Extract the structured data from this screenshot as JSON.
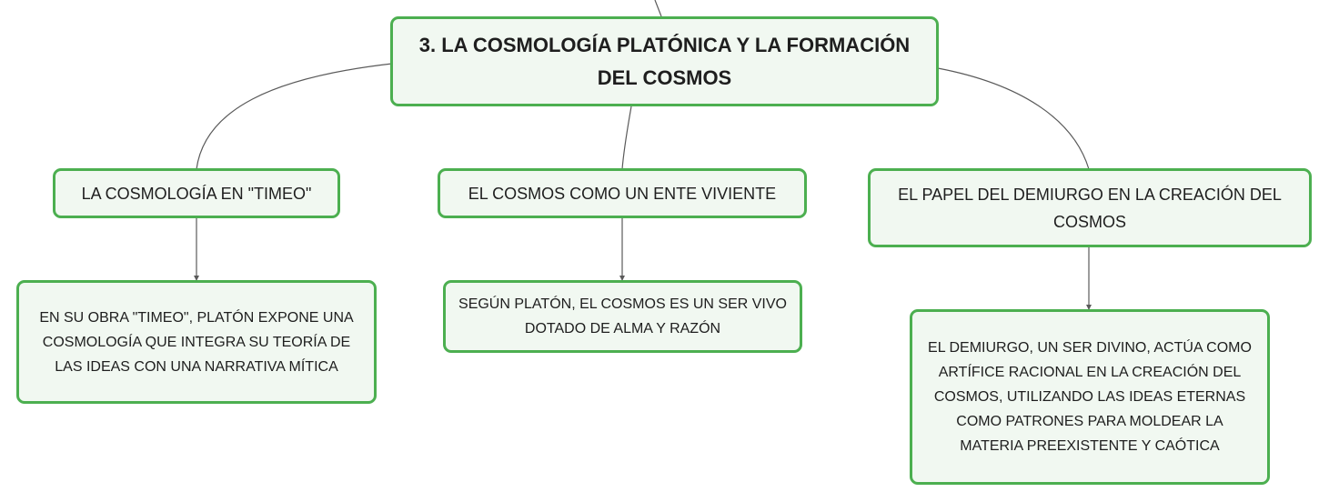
{
  "diagram": {
    "root": {
      "title": "3. LA COSMOLOGÍA PLATÓNICA Y LA FORMACIÓN DEL COSMOS"
    },
    "branches": [
      {
        "topic": "LA COSMOLOGÍA EN \"TIMEO\"",
        "detail": "EN SU OBRA \"TIMEO\", PLATÓN EXPONE UNA COSMOLOGÍA QUE INTEGRA SU TEORÍA DE LAS IDEAS CON UNA NARRATIVA MÍTICA"
      },
      {
        "topic": "EL COSMOS COMO UN ENTE VIVIENTE",
        "detail": "SEGÚN PLATÓN, EL COSMOS ES UN SER VIVO DOTADO DE ALMA Y RAZÓN"
      },
      {
        "topic": "EL PAPEL DEL DEMIURGO EN LA CREACIÓN DEL COSMOS",
        "detail": "EL DEMIURGO, UN SER DIVINO, ACTÚA COMO ARTÍFICE RACIONAL EN LA CREACIÓN DEL COSMOS, UTILIZANDO LAS IDEAS ETERNAS COMO PATRONES PARA MOLDEAR LA MATERIA PREEXISTENTE Y CAÓTICA"
      }
    ]
  }
}
